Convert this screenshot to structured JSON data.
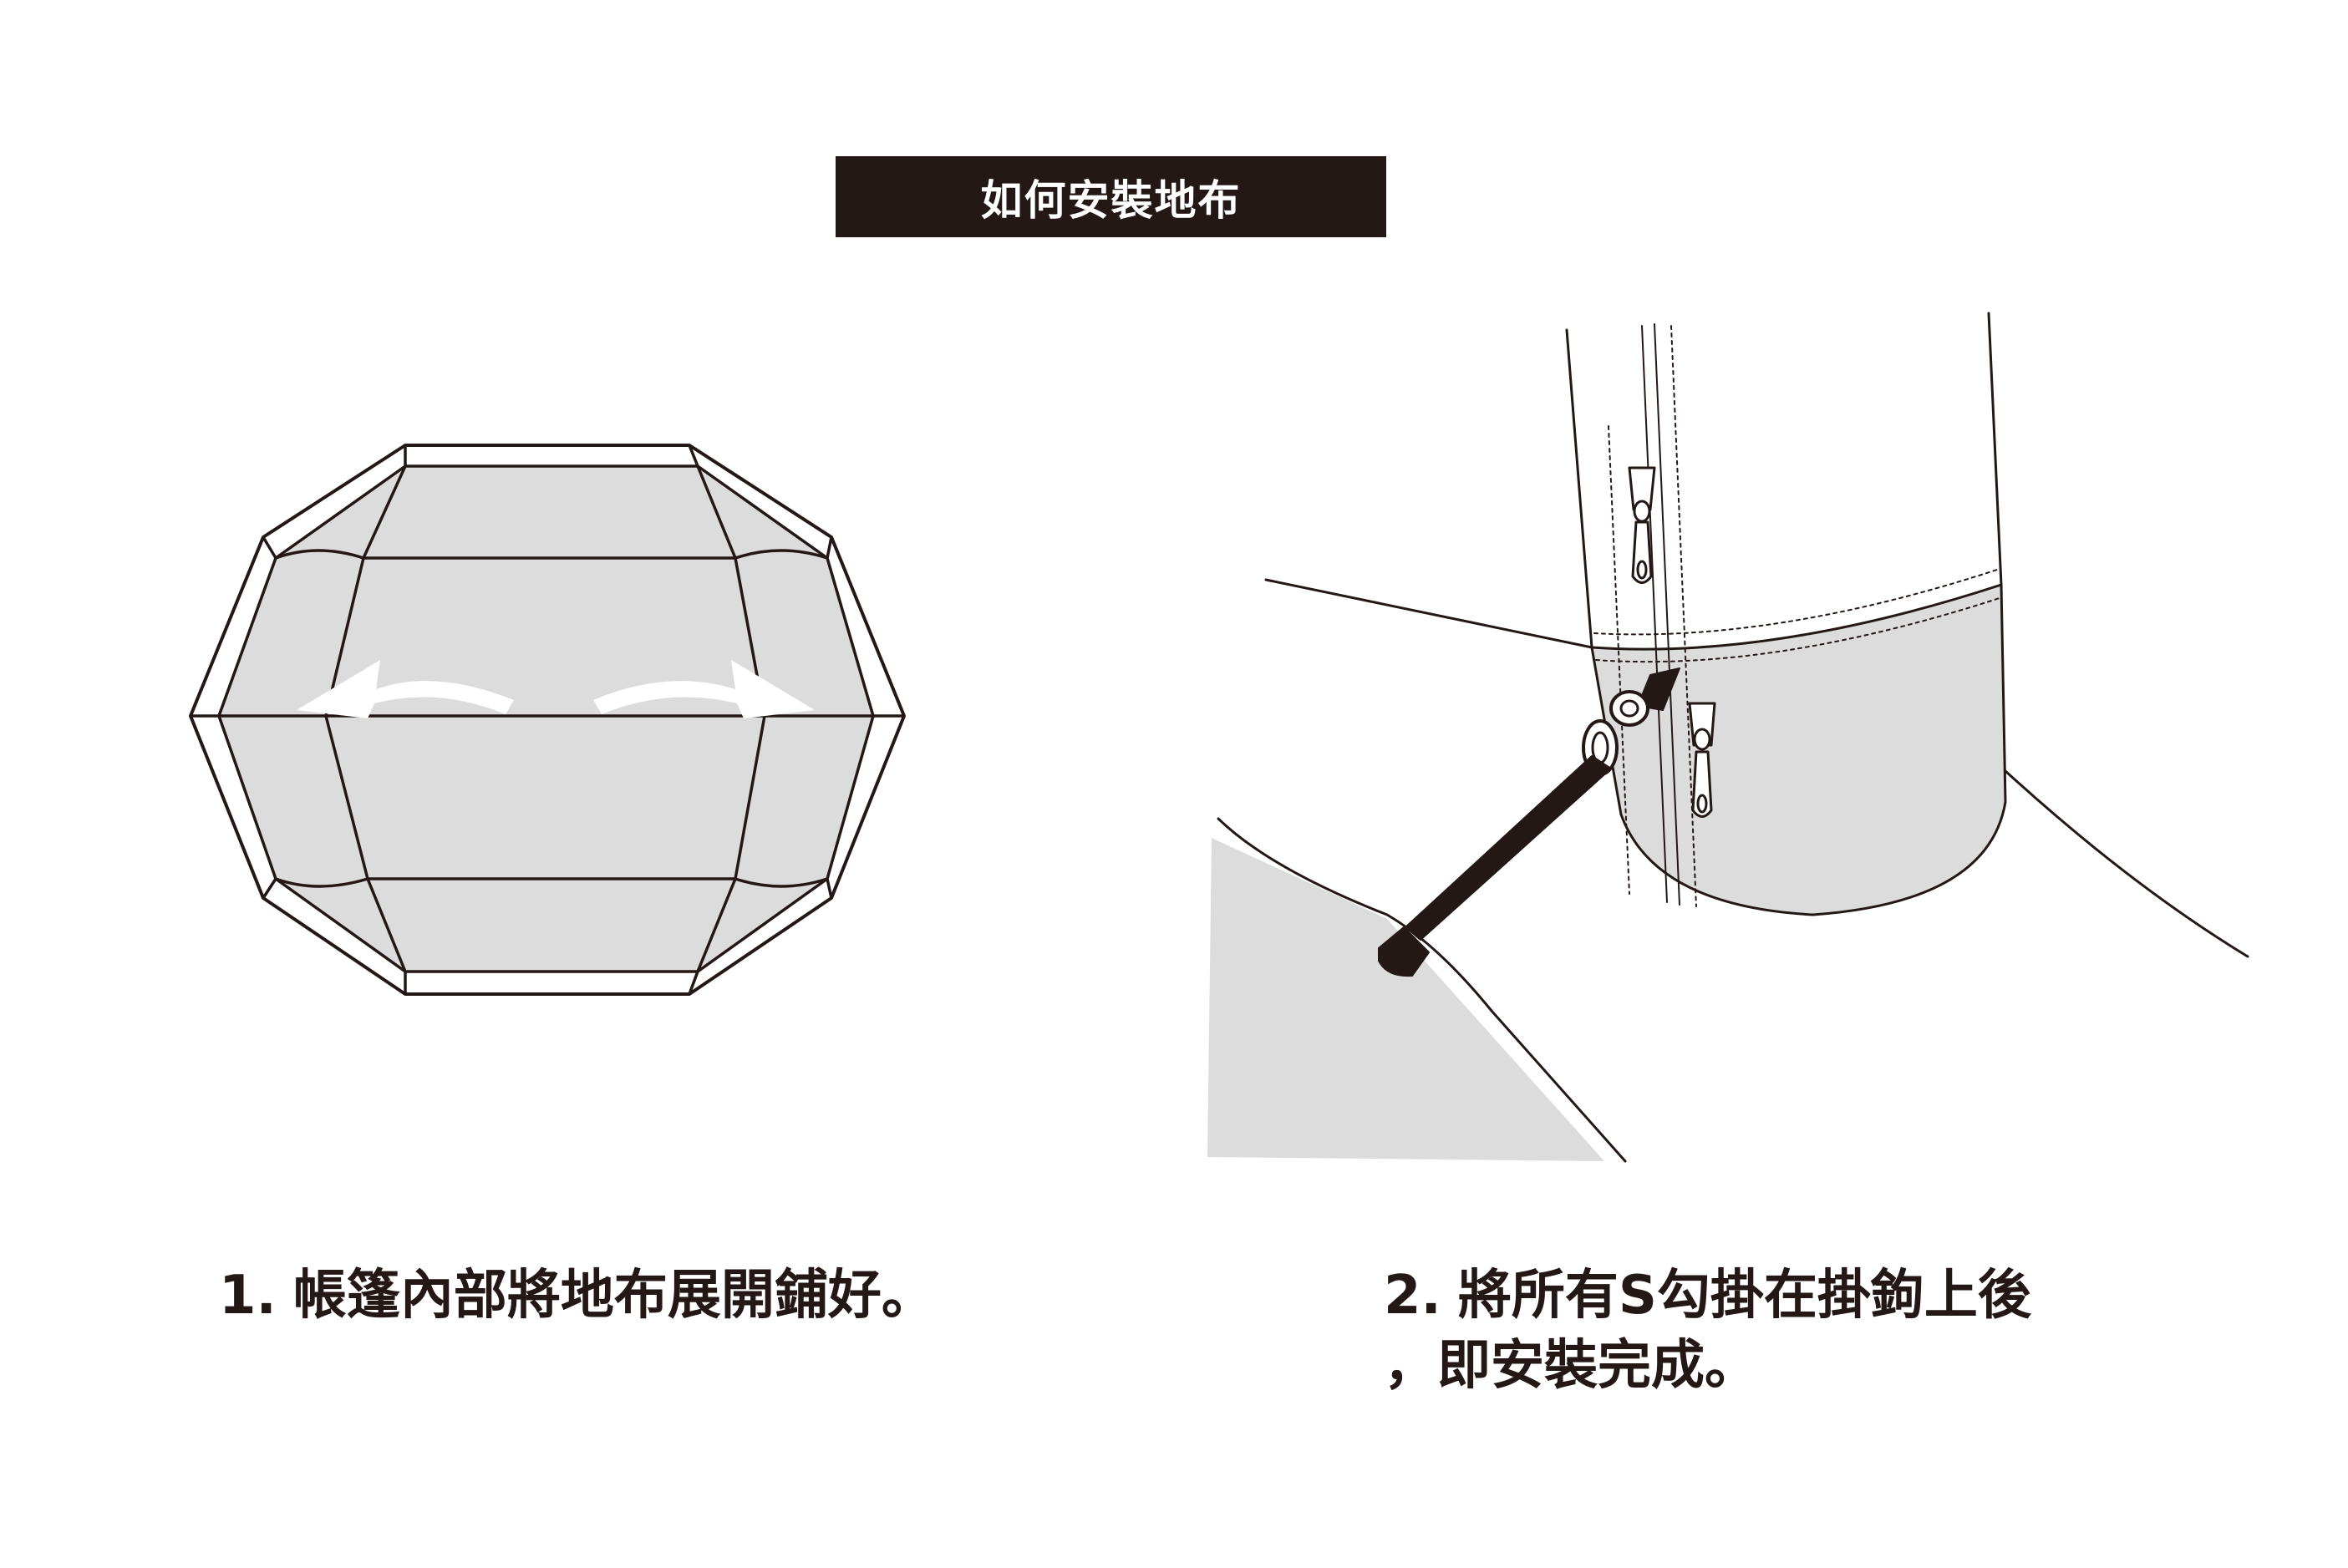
{
  "title": "如何安裝地布",
  "steps": [
    {
      "number": "1.",
      "text": "帳篷內部將地布展開鋪好。",
      "continuation": ""
    },
    {
      "number": "2.",
      "text": "將所有S勾掛在掛鉤上後",
      "continuation": "，即安裝完成。"
    }
  ],
  "colors": {
    "ink": "#231815",
    "fill_gray": "#dcdcdc",
    "banner_text": "#ffffff"
  }
}
